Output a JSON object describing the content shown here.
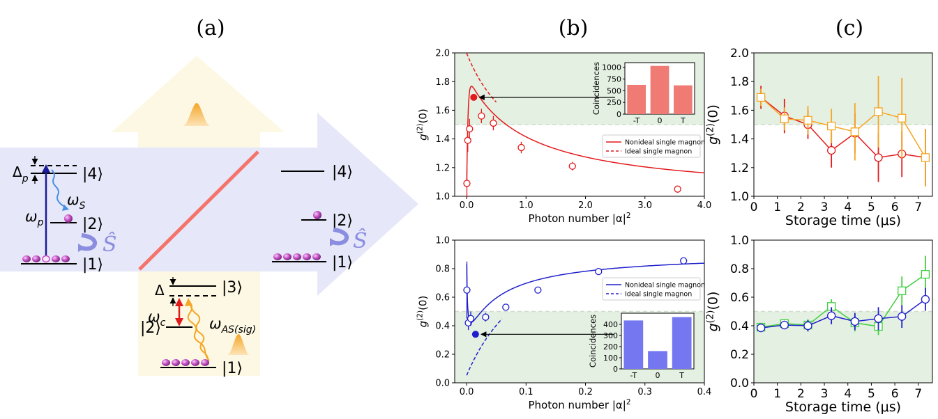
{
  "panel_labels": {
    "a": "(a)",
    "b": "(b)",
    "c": "(c)"
  },
  "colors": {
    "blue_arrow": "#e6e7f8",
    "yellow_arrow": "#fdf8e4",
    "green_band": "#e4f0e2",
    "red": "#e31a1c",
    "orange": "#f5a623",
    "blue": "#1f1fcc",
    "green": "#3fcf3f",
    "pink_atom": "#c54fc7",
    "pump_blue": "#1b1b9a",
    "stokes_blue": "#4a90e2",
    "bar_red": "#f07a74",
    "bar_blue": "#7477f0",
    "mirror": "#f4736b"
  },
  "diagram": {
    "delta_p": "Δ",
    "delta_p_sub": "p",
    "delta": "Δ",
    "omega": "ω",
    "sub_p": "p",
    "sub_S": "S",
    "sub_c": "c",
    "sub_AS": "AS(sig)",
    "spin_op": "Ŝ",
    "level_1": "|1⟩",
    "level_2": "|2⟩",
    "level_3": "|3⟩",
    "level_4": "|4⟩",
    "icons": [
      "gaussian-pulse-icon",
      "rotation-arrow-icon",
      "atom-icon"
    ]
  },
  "chart_data": [
    {
      "id": "b-top",
      "type": "scatter",
      "ylabel_main": "g",
      "ylabel_sup": "(2)",
      "ylabel_tail": "(0)",
      "xlabel": "Photon number |α|",
      "xlabel_sup": "2",
      "xlim": [
        -0.2,
        4.0
      ],
      "ylim": [
        1.0,
        2.0
      ],
      "xticks": [
        "0.0",
        "1.0",
        "2.0",
        "3.0",
        "4.0"
      ],
      "xtick_values": [
        0,
        1,
        2,
        3,
        4
      ],
      "yticks": [
        "1.0",
        "1.2",
        "1.4",
        "1.6",
        "1.8",
        "2.0"
      ],
      "ytick_values": [
        1.0,
        1.2,
        1.4,
        1.6,
        1.8,
        2.0
      ],
      "band": [
        1.5,
        2.0
      ],
      "threshold": 1.5,
      "points": [
        {
          "x": 0.005,
          "y": 1.09,
          "err": 0.1
        },
        {
          "x": 0.02,
          "y": 1.39,
          "err": 0.08
        },
        {
          "x": 0.05,
          "y": 1.47,
          "err": 0.07
        },
        {
          "x": 0.25,
          "y": 1.56,
          "err": 0.05
        },
        {
          "x": 0.45,
          "y": 1.51,
          "err": 0.05
        },
        {
          "x": 0.92,
          "y": 1.34,
          "err": 0.04
        },
        {
          "x": 1.78,
          "y": 1.21,
          "err": 0.03
        },
        {
          "x": 3.55,
          "y": 1.05,
          "err": 0.02
        }
      ],
      "highlight": {
        "x": 0.12,
        "y": 1.69
      },
      "series": [
        {
          "name": "Nonideal single magnon",
          "style": "solid"
        },
        {
          "name": "Ideal single magnon",
          "style": "dashed"
        }
      ],
      "curve": {
        "ideal_factor": 2,
        "nonideal_amp": 2,
        "nonideal_base": 1,
        "nonideal_rise": 0.02,
        "limit": 1.0
      },
      "inset": {
        "ylabel": "Coincidences",
        "categories": [
          "-T",
          "0",
          "T"
        ],
        "values": [
          625,
          1030,
          615
        ],
        "yticks": [
          "0",
          "250",
          "500",
          "750",
          "1000"
        ],
        "ytick_values": [
          0,
          250,
          500,
          750,
          1000
        ],
        "ylim": [
          0,
          1100
        ]
      }
    },
    {
      "id": "b-bottom",
      "type": "scatter",
      "ylabel_main": "g",
      "ylabel_sup": "(2)",
      "ylabel_tail": "(0)",
      "xlabel": "Photon number |α|",
      "xlabel_sup": "2",
      "xlim": [
        -0.02,
        0.4
      ],
      "ylim": [
        0.0,
        1.0
      ],
      "xticks": [
        "0.0",
        "0.1",
        "0.2",
        "0.3",
        "0.4"
      ],
      "xtick_values": [
        0,
        0.1,
        0.2,
        0.3,
        0.4
      ],
      "yticks": [
        "0.0",
        "0.2",
        "0.4",
        "0.6",
        "0.8",
        "1.0"
      ],
      "ytick_values": [
        0,
        0.2,
        0.4,
        0.6,
        0.8,
        1.0
      ],
      "band": [
        0.0,
        0.5
      ],
      "threshold": 0.5,
      "points": [
        {
          "x": 0.0005,
          "y": 0.65,
          "err": 0.2
        },
        {
          "x": 0.003,
          "y": 0.42,
          "err": 0.05
        },
        {
          "x": 0.007,
          "y": 0.45,
          "err": 0.05
        },
        {
          "x": 0.032,
          "y": 0.46,
          "err": 0.03
        },
        {
          "x": 0.066,
          "y": 0.53,
          "err": 0.02
        },
        {
          "x": 0.12,
          "y": 0.65,
          "err": 0.015
        },
        {
          "x": 0.222,
          "y": 0.78,
          "err": 0.01
        },
        {
          "x": 0.365,
          "y": 0.855,
          "err": 0.01
        }
      ],
      "highlight": {
        "x": 0.015,
        "y": 0.34
      },
      "series": [
        {
          "name": "Nonideal single magnon",
          "style": "solid"
        },
        {
          "name": "Ideal single magnon",
          "style": "dashed"
        }
      ],
      "inset": {
        "ylabel": "Coincidences",
        "categories": [
          "-T",
          "0",
          "T"
        ],
        "values": [
          435,
          160,
          465
        ],
        "yticks": [
          "0",
          "100",
          "200",
          "300",
          "400"
        ],
        "ytick_values": [
          0,
          100,
          200,
          300,
          400
        ],
        "ylim": [
          0,
          500
        ]
      }
    },
    {
      "id": "c-top",
      "type": "line",
      "ylabel_main": "g",
      "ylabel_sup": "(2)",
      "ylabel_tail": "(0)",
      "xlabel": "Storage time (μs)",
      "xlim": [
        0,
        7.6
      ],
      "ylim": [
        1.0,
        2.0
      ],
      "xticks": [
        "0",
        "1",
        "2",
        "3",
        "4",
        "5",
        "6",
        "7"
      ],
      "xtick_values": [
        0,
        1,
        2,
        3,
        4,
        5,
        6,
        7
      ],
      "yticks": [
        "1.0",
        "1.2",
        "1.4",
        "1.6",
        "1.8",
        "2.0"
      ],
      "ytick_values": [
        1.0,
        1.2,
        1.4,
        1.6,
        1.8,
        2.0
      ],
      "band": [
        1.5,
        2.0
      ],
      "threshold": 1.5,
      "series": [
        {
          "color": "#e31a1c",
          "marker": "circle",
          "x": [
            0.3,
            1.3,
            2.3,
            3.3,
            4.3,
            5.3,
            6.3,
            7.3
          ],
          "y": [
            1.69,
            1.56,
            1.5,
            1.32,
            1.44,
            1.27,
            1.295,
            1.27
          ],
          "err": [
            0.08,
            0.12,
            0.1,
            0.12,
            0.14,
            0.17,
            0.16,
            0.2
          ]
        },
        {
          "color": "#f5a623",
          "marker": "square",
          "x": [
            0.3,
            1.3,
            2.3,
            3.3,
            4.3,
            5.3,
            6.3,
            7.3
          ],
          "y": [
            1.69,
            1.54,
            1.53,
            1.49,
            1.45,
            1.59,
            1.545,
            1.27
          ],
          "err": [
            0.06,
            0.08,
            0.1,
            0.12,
            0.2,
            0.25,
            0.28,
            0.2
          ]
        }
      ]
    },
    {
      "id": "c-bottom",
      "type": "line",
      "ylabel_main": "g",
      "ylabel_sup": "(2)",
      "ylabel_tail": "(0)",
      "xlabel": "Storage time (μs)",
      "xlim": [
        0,
        7.6
      ],
      "ylim": [
        0.0,
        1.0
      ],
      "xticks": [
        "0",
        "1",
        "2",
        "3",
        "4",
        "5",
        "6",
        "7"
      ],
      "xtick_values": [
        0,
        1,
        2,
        3,
        4,
        5,
        6,
        7
      ],
      "yticks": [
        "0.0",
        "0.2",
        "0.4",
        "0.6",
        "0.8",
        "1.0"
      ],
      "ytick_values": [
        0,
        0.2,
        0.4,
        0.6,
        0.8,
        1.0
      ],
      "band": [
        0.0,
        0.5
      ],
      "threshold": 0.5,
      "series": [
        {
          "color": "#3fcf3f",
          "marker": "square",
          "x": [
            0.3,
            1.3,
            2.3,
            3.3,
            4.3,
            5.3,
            6.3,
            7.3
          ],
          "y": [
            0.39,
            0.415,
            0.405,
            0.535,
            0.42,
            0.395,
            0.645,
            0.76
          ],
          "err": [
            0.02,
            0.03,
            0.04,
            0.05,
            0.06,
            0.06,
            0.1,
            0.13
          ]
        },
        {
          "color": "#1f1fcc",
          "marker": "circle",
          "x": [
            0.3,
            1.3,
            2.3,
            3.3,
            4.3,
            5.3,
            6.3,
            7.3
          ],
          "y": [
            0.385,
            0.405,
            0.4,
            0.47,
            0.43,
            0.45,
            0.465,
            0.585
          ],
          "err": [
            0.02,
            0.03,
            0.04,
            0.06,
            0.06,
            0.08,
            0.08,
            0.08
          ]
        }
      ]
    }
  ]
}
